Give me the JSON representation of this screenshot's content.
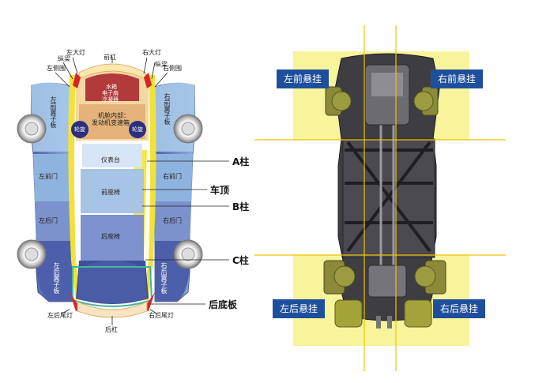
{
  "left_diagram": {
    "front_bumper": "前杠",
    "rear_bumper": "后杠",
    "left_headlight": "左大灯",
    "right_headlight": "右大灯",
    "left_rail": "纵梁",
    "right_rail": "纵梁",
    "left_side_panel": "左侧围",
    "right_side_panel": "右侧围",
    "tank_line1": "水箱",
    "tank_line2": "电子扇",
    "tank_line3": "冷凝器",
    "engine_line1": "机舱内部：",
    "engine_line2": "发动机变速箱",
    "wheel_well_left": "轮旋",
    "wheel_well_right": "轮旋",
    "left_front_fender": "左前翼子板",
    "right_front_fender": "右前翼子板",
    "dashboard": "仪表台",
    "front_seat": "前座椅",
    "rear_seat": "后座椅",
    "left_front_door": "左前门",
    "right_front_door": "右前门",
    "left_rear_door": "左后门",
    "right_rear_door": "右后门",
    "left_rear_fender": "左后翼子板",
    "right_rear_fender": "右后翼子板",
    "left_taillight": "左后尾灯",
    "right_taillight": "右后尾灯",
    "callout_a_pillar": "A柱",
    "callout_roof": "车顶",
    "callout_b_pillar": "B柱",
    "callout_c_pillar": "C柱",
    "callout_rear_floor": "后底板"
  },
  "right_diagram": {
    "front_left_suspension": "左前悬挂",
    "front_right_suspension": "右前悬挂",
    "rear_left_suspension": "左后悬挂",
    "rear_right_suspension": "右后悬挂"
  },
  "colors": {
    "label_box": "#1e4f9c",
    "highlight": "#f6f28a",
    "guide_line": "#f2c200"
  }
}
